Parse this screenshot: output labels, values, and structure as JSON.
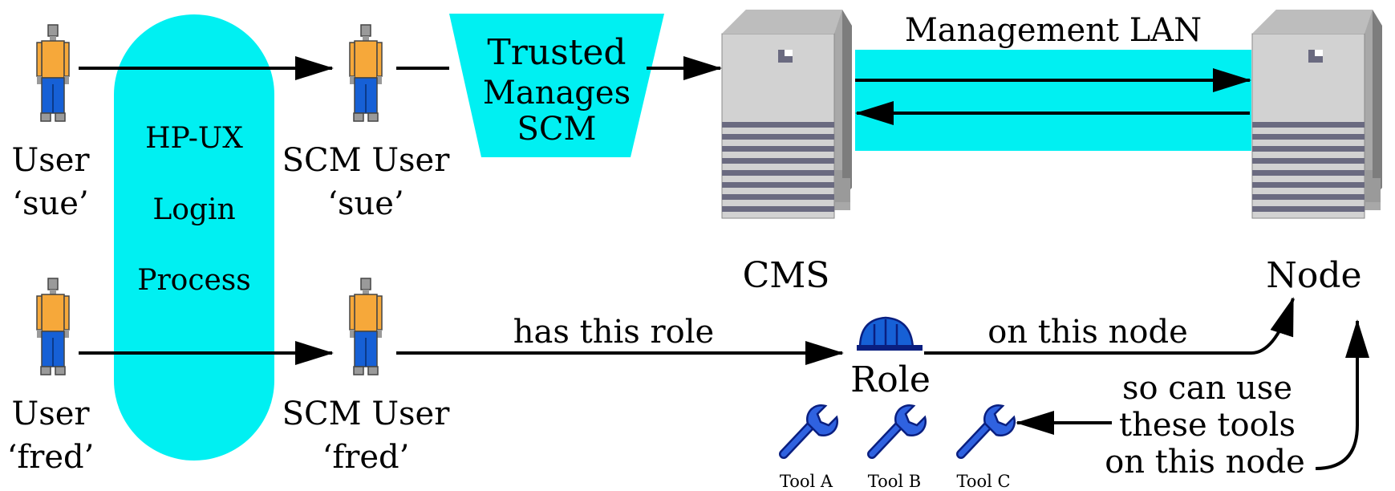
{
  "colors": {
    "cyan": "#00f0f2",
    "shirt": "#f6a83a",
    "pants": "#1660d6",
    "skin": "#9a9a9a",
    "server_light": "#d2d2d2",
    "server_mid": "#a8a8a8",
    "server_dark": "#6a6a80",
    "tool_blue": "#1a3fd0"
  },
  "users": {
    "sue_line1": "User",
    "sue_line2": "‘sue’",
    "fred_line1": "User",
    "fred_line2": "‘fred’"
  },
  "login": {
    "line1": "HP-UX",
    "line2": "Login",
    "line3": "Process"
  },
  "scm_users": {
    "sue_line1": "SCM User",
    "sue_line2": "‘sue’",
    "fred_line1": "SCM User",
    "fred_line2": "‘fred’"
  },
  "trusted": {
    "line1": "Trusted",
    "line2": "Manages",
    "line3": "SCM"
  },
  "servers": {
    "cms_label": "CMS",
    "node_label": "Node",
    "lan_label": "Management LAN"
  },
  "role": {
    "label": "Role",
    "has_role": "has this role",
    "on_node": "on this node",
    "icon": "hardhat-icon"
  },
  "tools": {
    "icon": "wrench-icon",
    "names": [
      "Tool A",
      "Tool B",
      "Tool C"
    ],
    "caption_line1": "so can use",
    "caption_line2": "these tools",
    "caption_line3": "on this node"
  }
}
